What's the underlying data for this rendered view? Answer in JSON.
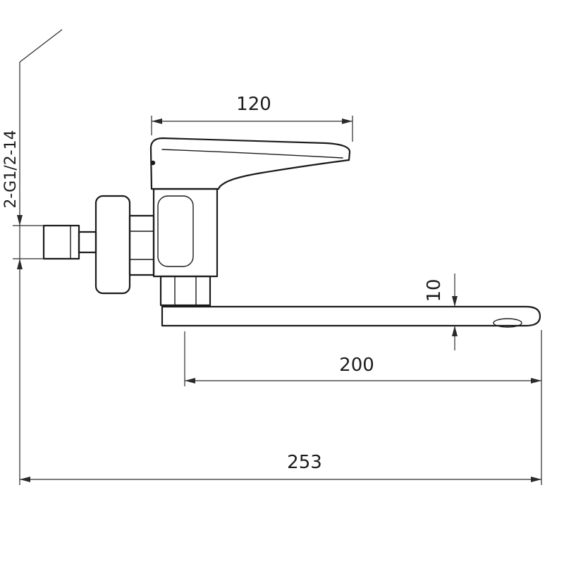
{
  "page": {
    "background": "#ffffff",
    "line_color": "#1a1a1a",
    "dimension_color": "#2a2a2a"
  },
  "drawing": {
    "kind": "technical-dimension-drawing",
    "subject": "wall-mounted single-lever mixer tap, side elevation",
    "dims": {
      "handle_length": "120",
      "thread": "2-G1/2-14",
      "spout_thickness": "10",
      "spout_reach": "200",
      "overall_length": "253"
    }
  }
}
